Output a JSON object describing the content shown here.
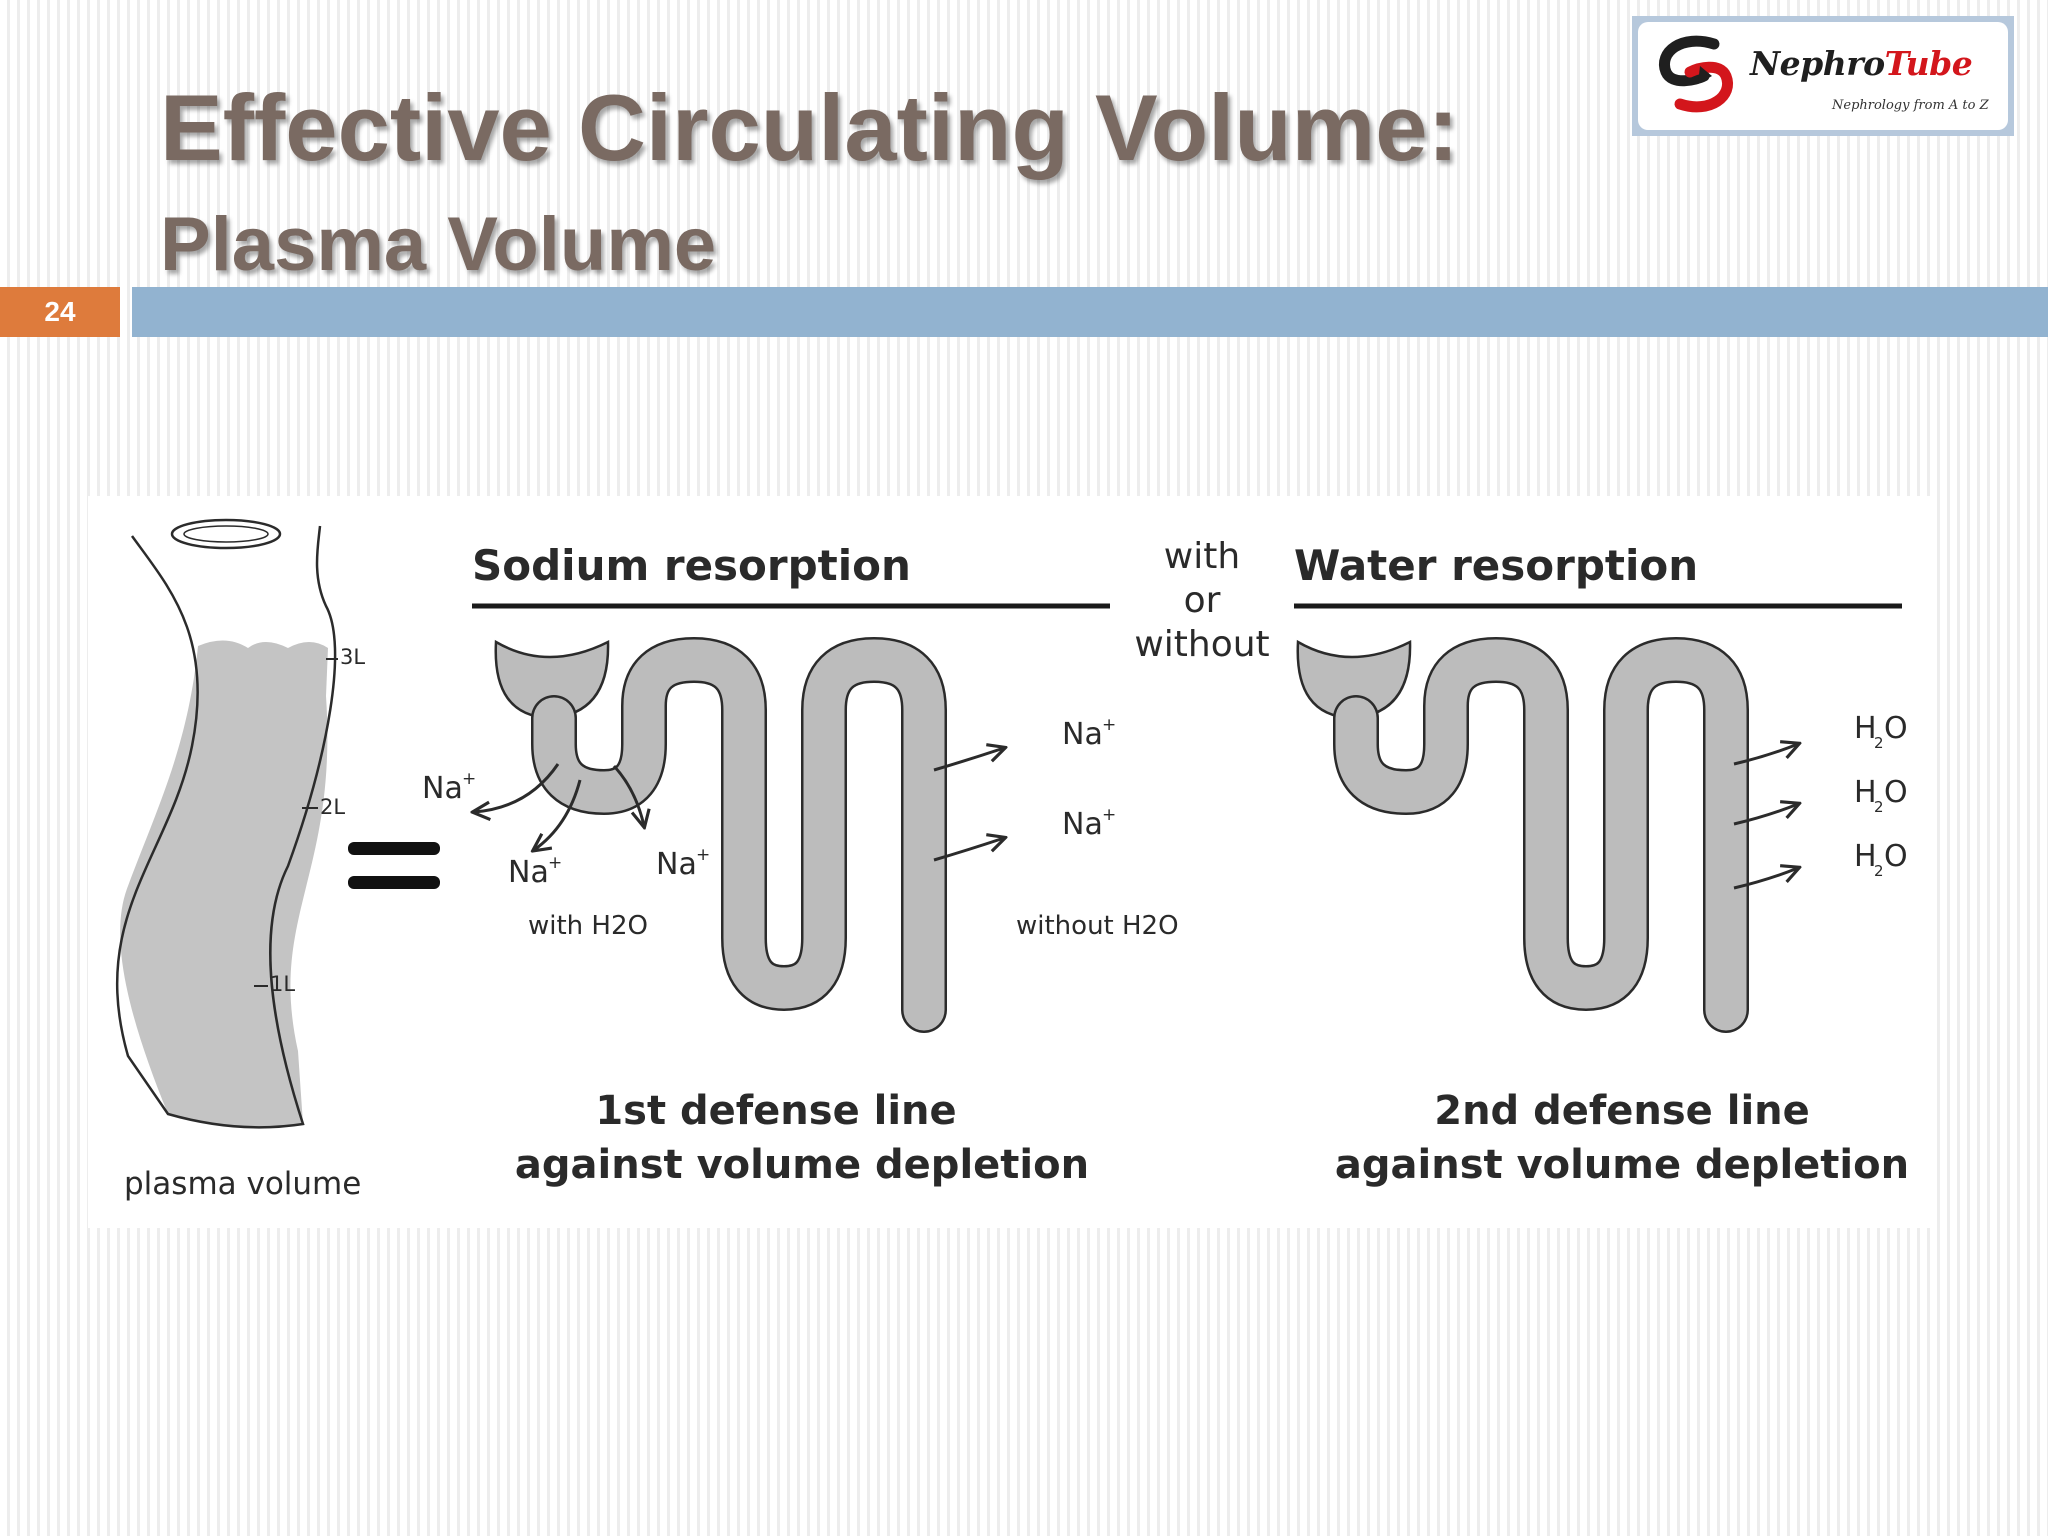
{
  "slide": {
    "title": "Effective Circulating Volume:",
    "subtitle": "Plasma Volume",
    "slide_number": "24"
  },
  "logo": {
    "brand_part1": "Nephro",
    "brand_part2": "Tube",
    "tagline": "Nephrology from A to Z"
  },
  "diagram": {
    "vessel": {
      "marks": [
        "3L",
        "2L",
        "1L"
      ],
      "caption": "plasma volume"
    },
    "sodium_panel": {
      "heading": "Sodium resorption",
      "ion_label": "Na",
      "ion_charge": "+",
      "note_left": "with H2O",
      "note_right": "without H2O",
      "caption_line1": "1st defense line",
      "caption_line2": "against volume depletion"
    },
    "connector": [
      "with",
      "or",
      "without"
    ],
    "water_panel": {
      "heading": "Water resorption",
      "water_h": "H",
      "water_sub": "2",
      "water_o": "O",
      "caption_line1": "2nd defense line",
      "caption_line2": "against volume depletion"
    },
    "colors": {
      "tubule_fill": "#bcbcbc",
      "outline": "#2b2b2b",
      "fluid": "#c4c4c4"
    }
  }
}
